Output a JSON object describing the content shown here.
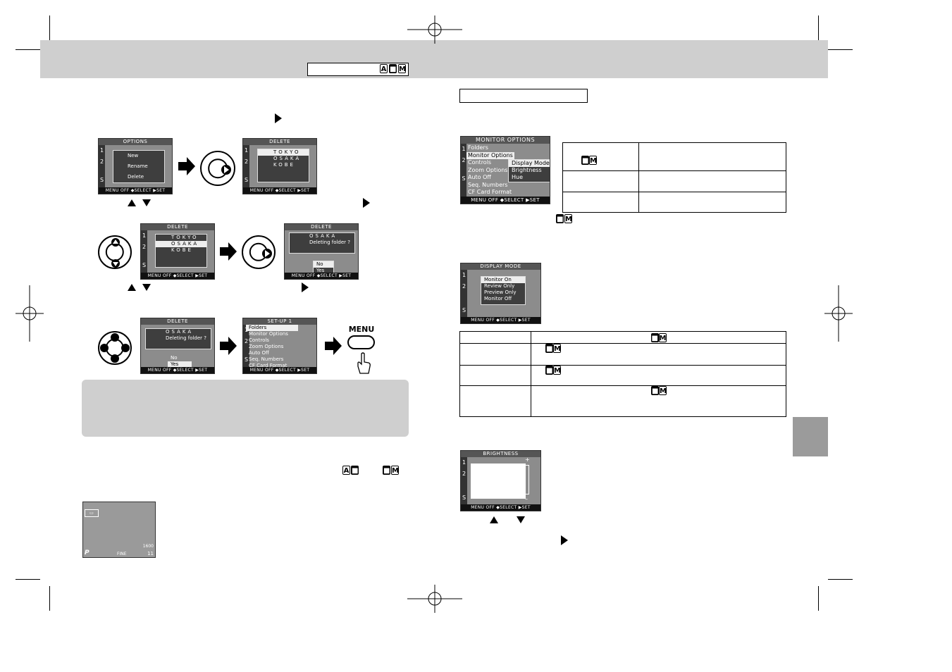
{
  "header": {
    "mode_icons": [
      "A",
      "camera",
      "M"
    ]
  },
  "options_screen": {
    "title": "OPTIONS",
    "items": [
      "New",
      "Rename",
      "Delete"
    ],
    "side": [
      "1",
      "2",
      "S"
    ],
    "footer": "MENU OFF  ◆SELECT  ▶SET"
  },
  "delete_screen": {
    "title": "DELETE",
    "folders": [
      "TOKYO",
      "OSAKA",
      "KOBE"
    ],
    "footer": "MENU OFF  ◆SELECT  ▶SET"
  },
  "confirm_screen": {
    "title": "DELETE",
    "folder": "OSAKA",
    "question": "Deleting folder ?",
    "options": [
      "No",
      "Yes"
    ],
    "footer": "MENU OFF  ◆SELECT  ▶SET"
  },
  "setup_screen": {
    "title": "SET-UP 1",
    "items": [
      "Folders",
      "Monitor Options",
      "Controls",
      "Zoom Options",
      "Auto Off",
      "Seq. Numbers",
      "CF Card Format"
    ],
    "footer": "MENU OFF  ◆SELECT  ▶SET"
  },
  "menu_button": {
    "label": "MENU"
  },
  "monitor_options_screen": {
    "title": "MONITOR OPTIONS",
    "items": [
      "Folders",
      "Monitor Options",
      "Controls",
      "Zoom Options",
      "Auto Off",
      "Seq. Numbers",
      "CF Card Format"
    ],
    "submenu": [
      "Display Mode",
      "Brightness",
      "Hue"
    ],
    "footer": "MENU OFF  ◆SELECT  ▶SET"
  },
  "display_mode_screen": {
    "title": "DISPLAY MODE",
    "items": [
      "Monitor On",
      "Review Only",
      "Preview Only",
      "Monitor Off"
    ],
    "footer": "MENU OFF  ◆SELECT  ▶SET"
  },
  "brightness_screen": {
    "title": "BRIGHTNESS",
    "plus": "+",
    "minus": "–",
    "footer": "MENU OFF  ◆SELECT  ▶SET"
  },
  "viewfinder": {
    "mode": "P",
    "quality": "FINE",
    "size": "1600",
    "count": "11"
  }
}
